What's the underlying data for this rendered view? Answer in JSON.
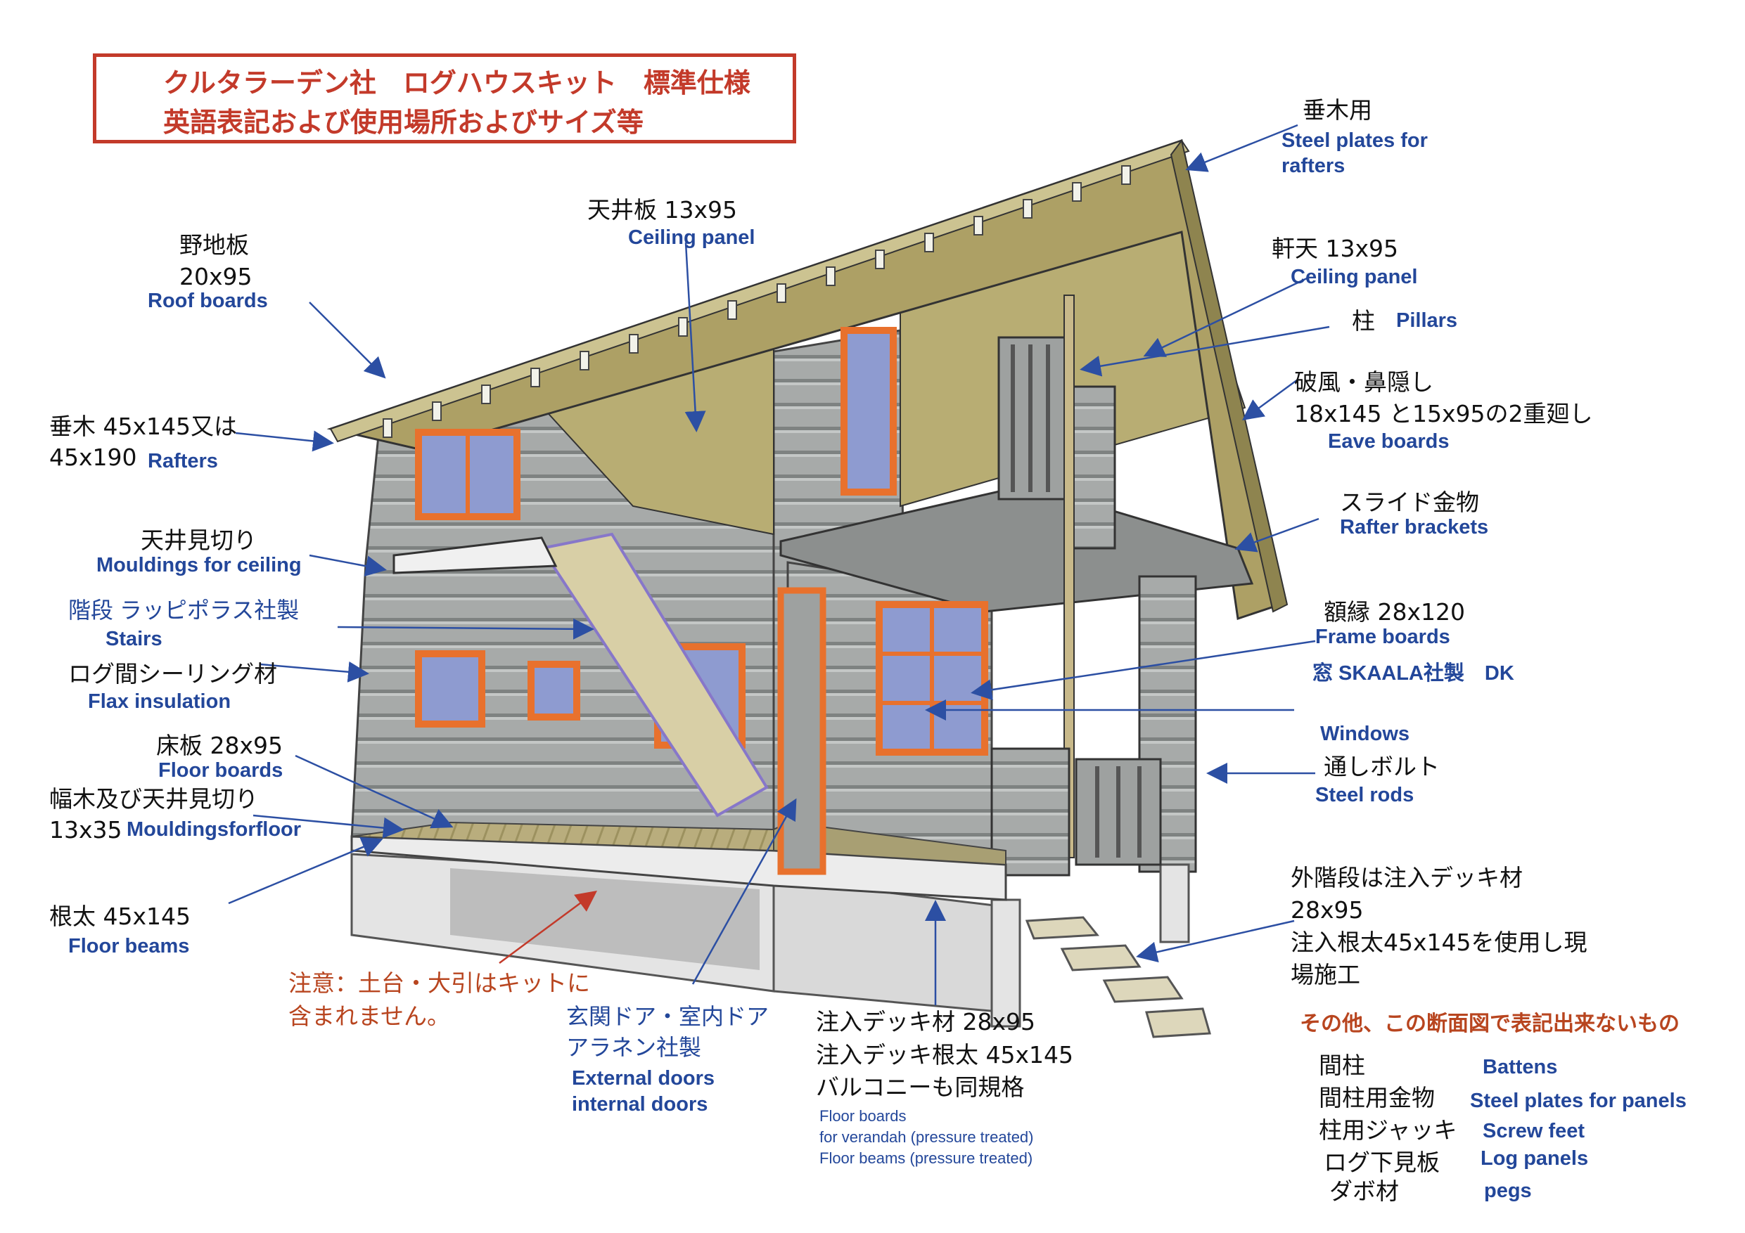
{
  "title": {
    "line1": "クルタラーデン社　ログハウスキット　標準仕様",
    "line2": "英語表記および使用場所およびサイズ等"
  },
  "colors": {
    "title_red": "#c33a2a",
    "english_blue": "#23479a",
    "warning_orange": "#b8451f",
    "roof_olive": "#a99a5a",
    "log_gray": "#a3a6a5",
    "frame_orange": "#e8712d"
  },
  "labels": {
    "rafter_steel_jp": "垂木用",
    "rafter_steel_en1": "Steel plates for",
    "rafter_steel_en2": "rafters",
    "ceiling_jp": "天井板 13x95",
    "ceiling_en": "Ceiling panel",
    "roof_jp1": "野地板",
    "roof_jp2": "20x95",
    "roof_en": "Roof boards",
    "eave_ceiling_jp": "軒天 13x95",
    "eave_ceiling_en": "Ceiling panel",
    "pillar_jp": "柱",
    "pillar_en": "Pillars",
    "eave_jp1": "破風・鼻隠し",
    "eave_jp2": "18x145 と15x95の2重廻し",
    "eave_en": "Eave boards",
    "rafters_jp1": "垂木 45x145又は",
    "rafters_jp2": "45x190",
    "rafters_en": "Rafters",
    "slide_jp": "スライド金物",
    "slide_en": "Rafter brackets",
    "moulding_ceiling_jp": "天井見切り",
    "moulding_ceiling_en": "Mouldings for ceiling",
    "stairs_jp": "階段 ラッピポラス社製",
    "stairs_en": "Stairs",
    "frame_jp": "額縁 28x120",
    "frame_en": "Frame boards",
    "window_jp": "窓 SKAALA社製　DK",
    "flax_jp": "ログ間シーリング材",
    "flax_en": "Flax insulation",
    "windows_en": "Windows",
    "floor_jp": "床板 28x95",
    "floor_en": "Floor boards",
    "steelrod_jp": "通しボルト",
    "steelrod_en": "Steel rods",
    "mouldfloor_jp1": "幅木及び天井見切り",
    "mouldfloor_jp2": "13x35",
    "mouldfloor_en": "Mouldingsforfloor",
    "outer_stairs_jp1": "外階段は注入デッキ材",
    "outer_stairs_jp2": "28x95",
    "outer_stairs_jp3": "注入根太45x145を使用し現",
    "outer_stairs_jp4": "場施工",
    "beams_jp": "根太 45x145",
    "beams_en": "Floor beams",
    "warning1": "注意：土台・大引はキットに",
    "warning2": "含まれません。",
    "doors_jp1": "玄関ドア・室内ドア",
    "doors_jp2": "アラネン社製",
    "doors_en1": "External doors",
    "doors_en2": "internal doors",
    "deck_jp1": "注入デッキ材 28x95",
    "deck_jp2": "注入デッキ根太 45x145",
    "deck_jp3": "バルコニーも同規格",
    "deck_en1": "Floor boards",
    "deck_en2": "for verandah (pressure treated)",
    "deck_en3": "Floor beams (pressure treated)",
    "other_title": "その他、この断面図で表記出来ないもの"
  },
  "others": [
    {
      "jp": "間柱",
      "en": "Battens"
    },
    {
      "jp": "間柱用金物",
      "en": "Steel plates for panels"
    },
    {
      "jp": "柱用ジャッキ",
      "en": "Screw feet"
    },
    {
      "jp": "ログ下見板",
      "en": "Log panels"
    },
    {
      "jp": "ダボ材",
      "en": "pegs"
    }
  ]
}
